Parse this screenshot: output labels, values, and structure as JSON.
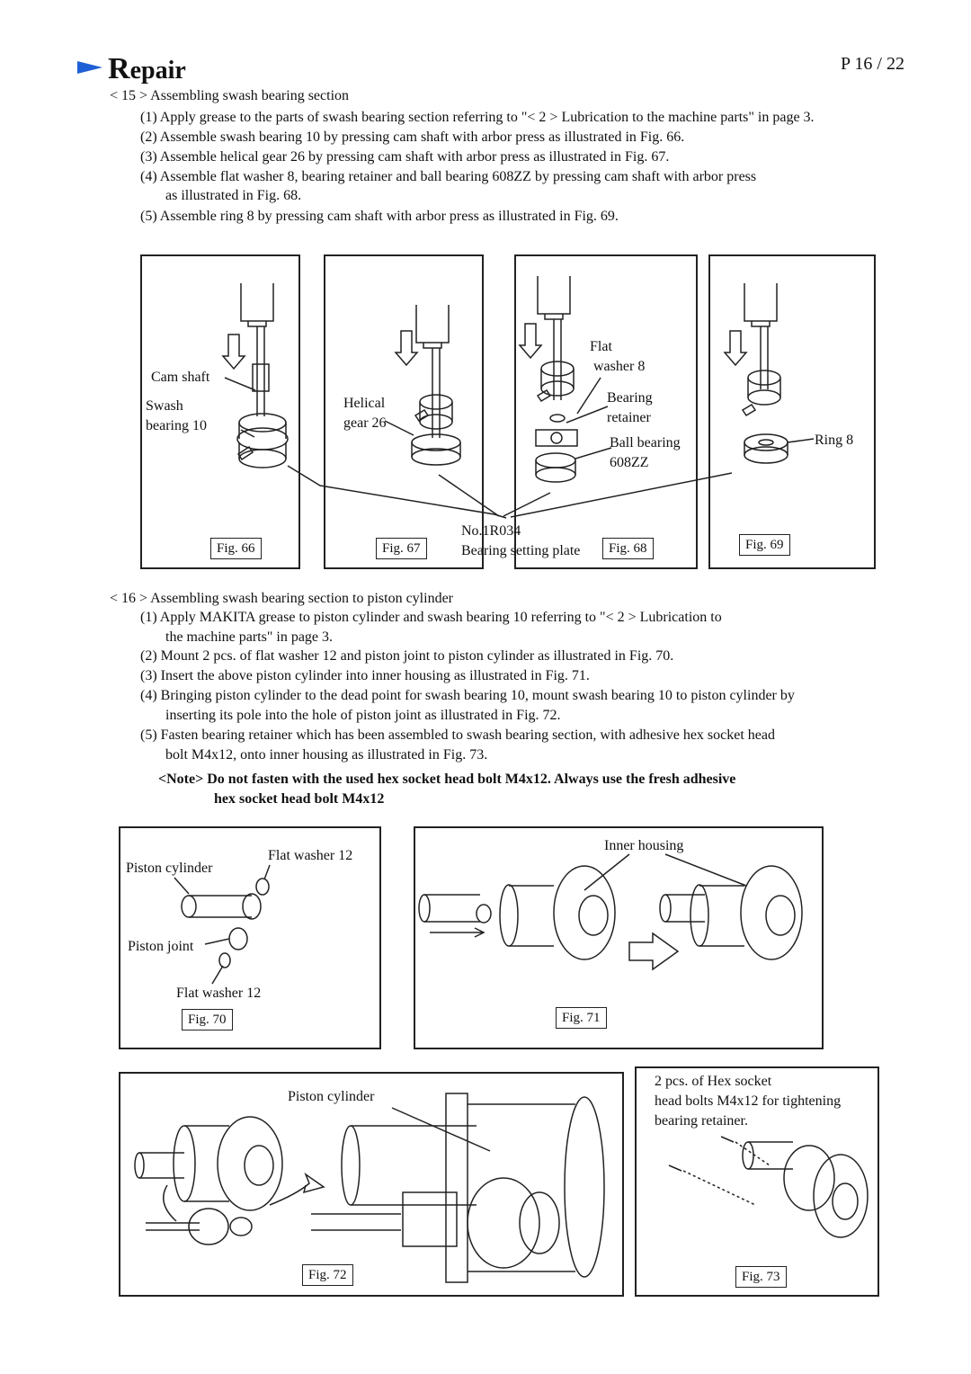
{
  "header": {
    "title_initial": "R",
    "title_rest": "epair",
    "page": "P 16 / 22"
  },
  "section15": {
    "heading": "< 15 > Assembling swash bearing section",
    "steps": [
      "(1)  Apply grease to the parts of swash bearing section  referring to \"< 2 > Lubrication to the machine parts\" in page 3.",
      "(2)  Assemble swash bearing 10 by pressing cam shaft with arbor press as illustrated in Fig. 66.",
      "(3)  Assemble helical gear 26 by pressing cam shaft with arbor press as illustrated in Fig. 67.",
      "(4)  Assemble flat washer 8, bearing retainer and ball bearing 608ZZ by pressing cam shaft with arbor press",
      "as illustrated in Fig. 68.",
      "(5)  Assemble ring 8 by pressing cam shaft with arbor press as illustrated in Fig. 69."
    ]
  },
  "figs_row1": {
    "fig66": {
      "label": "Fig. 66",
      "cam_shaft": "Cam shaft",
      "swash": "Swash",
      "bearing10": "bearing 10"
    },
    "fig67": {
      "label": "Fig. 67",
      "helical": "Helical",
      "gear26": "gear 26"
    },
    "fig68": {
      "label": "Fig. 68",
      "flat": "Flat",
      "washer8": "washer 8",
      "bearing": "Bearing",
      "retainer": "retainer",
      "ball_bearing": "Ball bearing",
      "zz": "608ZZ"
    },
    "fig69": {
      "label": "Fig. 69",
      "ring8": "Ring 8"
    },
    "tool_no": "No.1R034",
    "tool_name": "Bearing setting plate"
  },
  "section16": {
    "heading": "< 16 > Assembling swash bearing section to piston cylinder",
    "steps": [
      "(1) Apply MAKITA grease to piston cylinder and swash bearing 10 referring to \"< 2 > Lubrication to",
      "the machine parts\" in page 3.",
      "(2) Mount 2 pcs. of flat washer 12 and piston joint to piston cylinder as illustrated in Fig. 70.",
      "(3) Insert the above piston cylinder into inner housing as illustrated in Fig. 71.",
      "(4) Bringing piston cylinder to the dead point for swash bearing 10, mount swash bearing 10 to piston cylinder by",
      "inserting its pole into the hole of piston joint as illustrated in Fig. 72.",
      "(5) Fasten bearing retainer which has been assembled to swash bearing section, with adhesive hex socket head",
      "bolt M4x12, onto inner housing as illustrated in Fig. 73."
    ],
    "note_line1": "<Note> Do not fasten with the used hex socket head bolt M4x12. Always use the fresh adhesive",
    "note_line2": "hex socket head bolt M4x12"
  },
  "fig70": {
    "label": "Fig. 70",
    "piston_cylinder": "Piston cylinder",
    "flat_washer_top": "Flat washer 12",
    "piston_joint": "Piston joint",
    "flat_washer_bottom": "Flat washer 12"
  },
  "fig71": {
    "label": "Fig. 71",
    "inner_housing": "Inner housing"
  },
  "fig72": {
    "label": "Fig. 72",
    "piston_cylinder": "Piston cylinder"
  },
  "fig73": {
    "label": "Fig. 73",
    "line1": "2 pcs. of Hex socket",
    "line2": "head bolts M4x12 for tightening",
    "line3": "bearing retainer."
  }
}
